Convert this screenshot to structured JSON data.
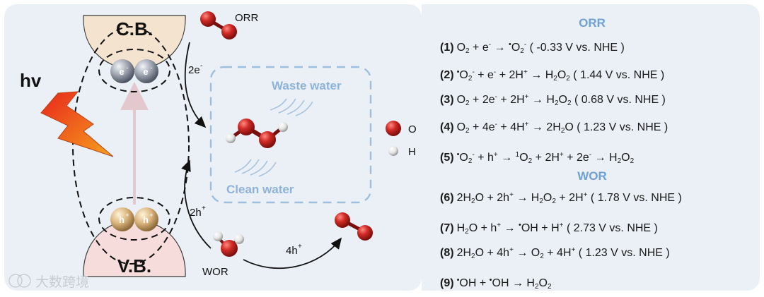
{
  "diagram": {
    "cb_label": "C.B.",
    "vb_label": "V.B.",
    "electron": "e",
    "hole": "h",
    "hv": "hv",
    "orr_top": "ORR",
    "two_e": "2e",
    "two_h": "2h",
    "four_h": "4h",
    "wor": "WOR",
    "waste_water": "Waste water",
    "clean_water": "Clean water",
    "legend_o": "O",
    "legend_h": "H",
    "watermark": "大数跨境"
  },
  "colors": {
    "panel_bg": "#eaf0f6",
    "cb_fill": "#f4e3cf",
    "vb_fill": "#f7dcdc",
    "accent_blue": "#6fa0d6",
    "oxygen_red": "#c0201f",
    "lightning_orange": "#f08a1c"
  },
  "equations": {
    "orr_title": "ORR",
    "wor_title": "WOR",
    "orr": [
      {
        "num": "(1)",
        "html": "O<sub>2</sub> + e<sup>-</sup> → <span class='dotp'>•</span>O<sub>2</sub><sup>-</sup> ( -0.33 V vs. NHE )"
      },
      {
        "num": "(2)",
        "html": "<span class='dotp'>•</span>O<sub>2</sub><sup>-</sup> + e<sup>-</sup> + 2H<sup>+</sup> → H<sub>2</sub>O<sub>2</sub> ( 1.44 V vs. NHE )"
      },
      {
        "num": "(3)",
        "html": "O<sub>2</sub> + 2e<sup>-</sup> + 2H<sup>+</sup> → H<sub>2</sub>O<sub>2</sub> ( 0.68 V vs. NHE )"
      },
      {
        "num": "(4)",
        "html": "O<sub>2</sub> + 4e<sup>-</sup> + 4H<sup>+</sup> → 2H<sub>2</sub>O ( 1.23 V vs. NHE )"
      },
      {
        "num": "(5)",
        "html": "<span class='dotp'>•</span>O<sub>2</sub><sup>-</sup> + h<sup>+</sup> → <sup>1</sup>O<sub>2</sub> + 2H<sup>+</sup> + 2e<sup>-</sup> → H<sub>2</sub>O<sub>2</sub>"
      }
    ],
    "wor": [
      {
        "num": "(6)",
        "html": "2H<sub>2</sub>O + 2h<sup>+</sup> → H<sub>2</sub>O<sub>2</sub> + 2H<sup>+</sup> ( 1.78 V vs. NHE )"
      },
      {
        "num": "(7)",
        "html": "H<sub>2</sub>O + h<sup>+</sup> → <span class='dotp'>•</span>OH + H<sup>+</sup> ( 2.73 V vs. NHE )"
      },
      {
        "num": "(8)",
        "html": "2H<sub>2</sub>O + 4h<sup>+</sup> → O<sub>2</sub> + 4H<sup>+</sup> ( 1.23 V vs. NHE )"
      },
      {
        "num": "(9)",
        "html": "<span class='dotp'>•</span>OH + <span class='dotp'>•</span>OH → H<sub>2</sub>O<sub>2</sub>"
      }
    ]
  }
}
